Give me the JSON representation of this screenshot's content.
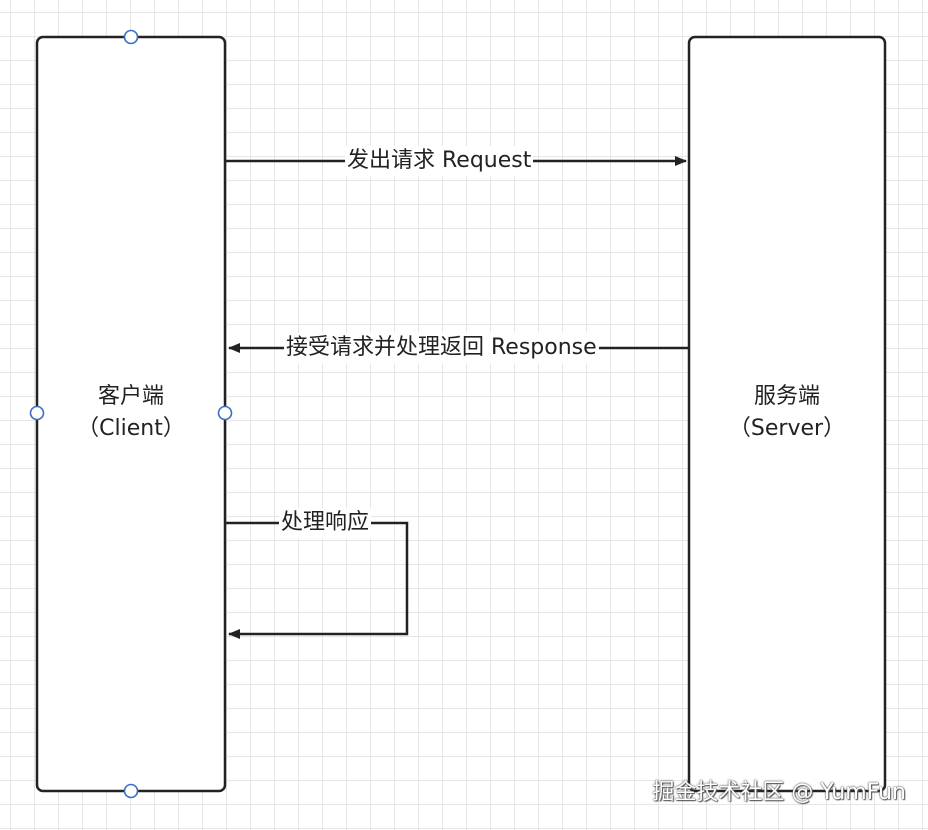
{
  "nodes": {
    "client": {
      "name": "客户端",
      "sub": "（Client）"
    },
    "server": {
      "name": "服务端",
      "sub": "（Server）"
    }
  },
  "edges": {
    "request": "发出请求 Request",
    "response": "接受请求并处理返回 Response",
    "handle": "处理响应"
  },
  "watermark": "掘金技术社区 @ YumFun",
  "colors": {
    "stroke": "#222222",
    "handle": "#3a6fc4",
    "grid": "#e6e6e6"
  }
}
